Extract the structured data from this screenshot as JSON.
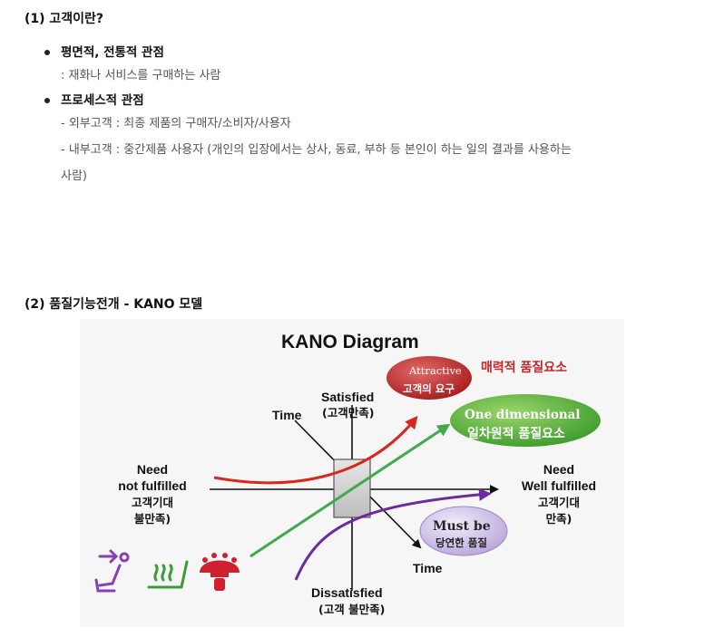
{
  "section1": {
    "heading": "(1) 고객이란?",
    "bullets": [
      {
        "title": "평면적, 전통적 관점",
        "lines": [
          ": 재화나 서비스를 구매하는 사람"
        ]
      },
      {
        "title": "프로세스적 관점",
        "lines": [
          "- 외부고객 : 최종 제품의 구매자/소비자/사용자",
          "- 내부고객 : 중간제품 사용자 (개인의 입장에서는 상사, 동료, 부하 등 본인이 하는 일의 결과를 사용하는",
          "사람)"
        ]
      }
    ]
  },
  "section2": {
    "heading": "(2) 품질기능전개 - KANO 모델"
  },
  "diagram": {
    "title": "KANO Diagram",
    "attractive_label": "Attractive",
    "attractive_ko": "고객의 요구",
    "attractive_callout": "매력적 품질요소",
    "one_dim_label": "One dimensional",
    "one_dim_ko": "일차원적 품질요소",
    "must_be_label": "Must be",
    "must_be_ko": "당연한 품질",
    "satisfied": "Satisfied",
    "satisfied_ko": "(고객만족)",
    "dissatisfied": "Dissatisfied",
    "dissatisfied_ko": "(고객 불만족)",
    "left_line1": "Need",
    "left_line2": "not fulfilled",
    "left_line3": "고객기대",
    "left_line4": "불만족)",
    "right_line1": "Need",
    "right_line2": "Well fulfilled",
    "right_line3": "고객기대",
    "right_line4": "만족)",
    "time_top": "Time",
    "time_bottom": "Time",
    "colors": {
      "attractive": "#d8271c",
      "one_dimensional": "#3eaa4a",
      "must_be": "#6b2b9b",
      "callout": "#c9262b",
      "icon_purple": "#8a3fb3",
      "icon_green": "#3c9a3c",
      "icon_red": "#d02030"
    }
  }
}
